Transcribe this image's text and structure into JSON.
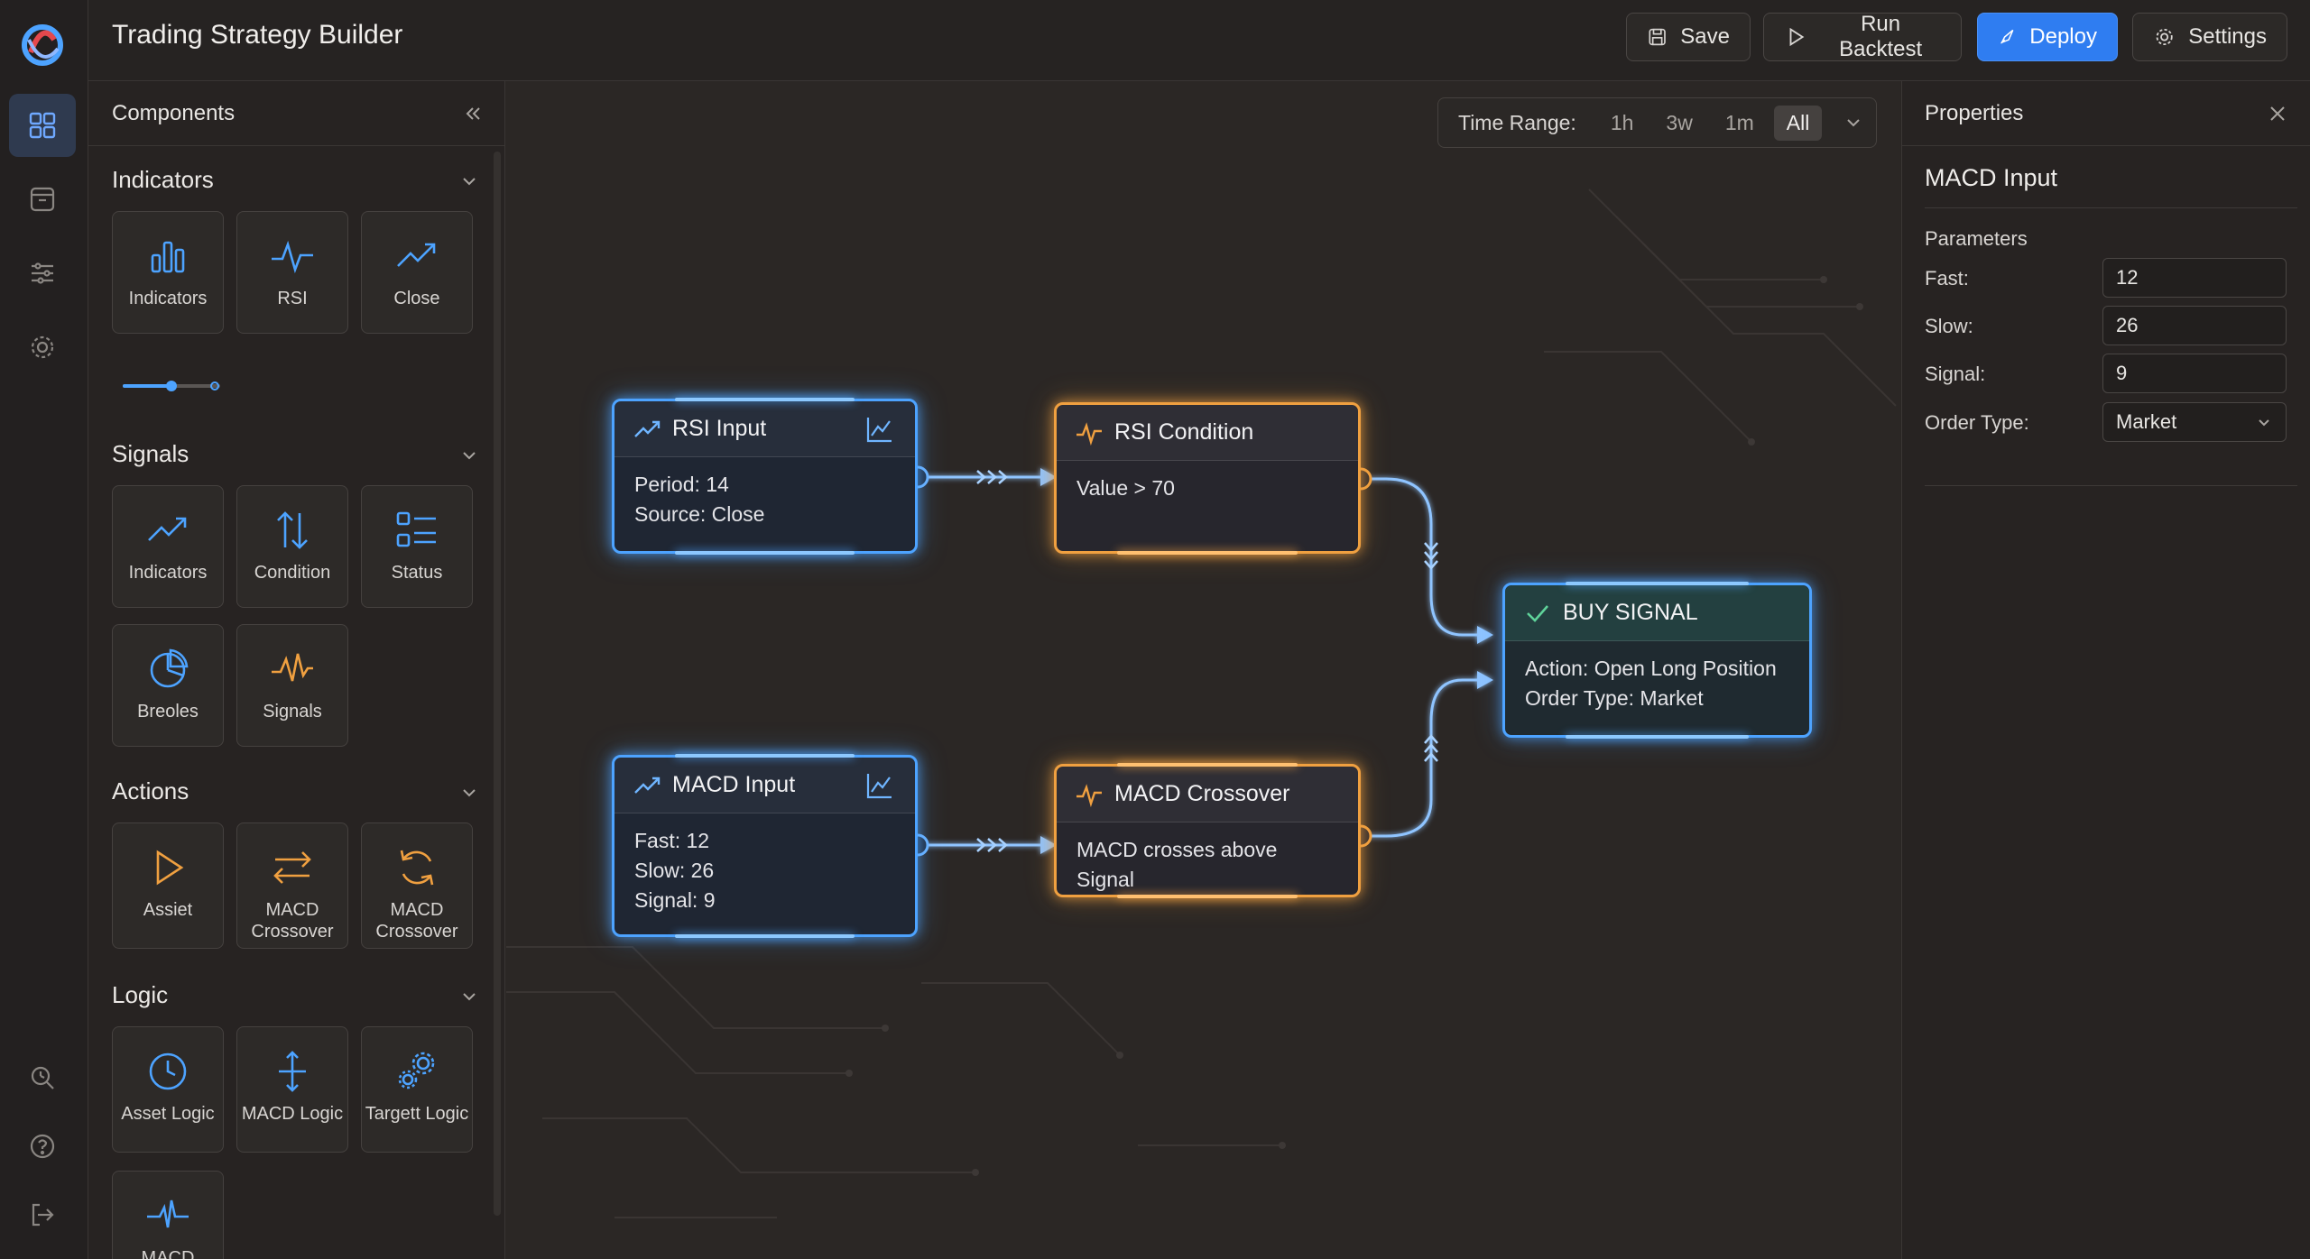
{
  "app": {
    "title": "Trading Strategy Builder"
  },
  "toolbar": {
    "save_label": "Save",
    "run_label": "Run Backtest",
    "deploy_label": "Deploy",
    "settings_label": "Settings"
  },
  "components_panel": {
    "title": "Components",
    "sections": [
      {
        "title": "Indicators",
        "items": [
          {
            "label": "Indicators",
            "icon": "bar-chart-icon"
          },
          {
            "label": "RSI",
            "icon": "pulse-icon"
          },
          {
            "label": "Close",
            "icon": "trend-up-icon"
          }
        ],
        "slider_value": 0.5
      },
      {
        "title": "Signals",
        "items": [
          {
            "label": "Indicators",
            "icon": "trend-up-icon"
          },
          {
            "label": "Condition",
            "icon": "arrows-up-down-icon"
          },
          {
            "label": "Status",
            "icon": "list-icon"
          },
          {
            "label": "Breoles",
            "icon": "pie-chart-icon"
          },
          {
            "label": "Signals",
            "icon": "signal-icon"
          }
        ]
      },
      {
        "title": "Actions",
        "items": [
          {
            "label": "Assiet",
            "icon": "play-icon"
          },
          {
            "label": "MACD Crossover",
            "icon": "swap-icon"
          },
          {
            "label": "MACD Crossover",
            "icon": "refresh-icon"
          }
        ]
      },
      {
        "title": "Logic",
        "items": [
          {
            "label": "Asset Logic",
            "icon": "clock-icon"
          },
          {
            "label": "MACD Logic",
            "icon": "split-icon"
          },
          {
            "label": "Targett Logic",
            "icon": "gears-icon"
          },
          {
            "label": "MACD",
            "icon": "pulse-icon"
          }
        ]
      }
    ]
  },
  "canvas": {
    "time_range": {
      "label": "Time Range:",
      "options": [
        "1h",
        "3w",
        "1m",
        "All"
      ],
      "selected": "All"
    },
    "nodes": {
      "rsi_input": {
        "title": "RSI Input",
        "lines": [
          "Period: 14",
          "Source: Close"
        ]
      },
      "rsi_condition": {
        "title": "RSI Condition",
        "lines": [
          "Value > 70"
        ]
      },
      "macd_input": {
        "title": "MACD Input",
        "lines": [
          "Fast: 12",
          "Slow: 26",
          "Signal: 9"
        ]
      },
      "macd_crossover": {
        "title": "MACD Crossover",
        "lines": [
          "MACD crosses above Signal"
        ]
      },
      "buy_signal": {
        "title": "BUY SIGNAL",
        "lines": [
          "Action: Open Long Position",
          "Order Type: Market"
        ]
      }
    }
  },
  "properties": {
    "title": "Properties",
    "node_title": "MACD Input",
    "section": "Parameters",
    "fields": [
      {
        "label": "Fast:",
        "value": "12"
      },
      {
        "label": "Slow:",
        "value": "26"
      },
      {
        "label": "Signal:",
        "value": "9"
      }
    ],
    "order_type": {
      "label": "Order Type:",
      "value": "Market"
    }
  },
  "colors": {
    "accent_blue": "#4da3ff",
    "accent_orange": "#f0a040",
    "deploy": "#2f7df1"
  }
}
